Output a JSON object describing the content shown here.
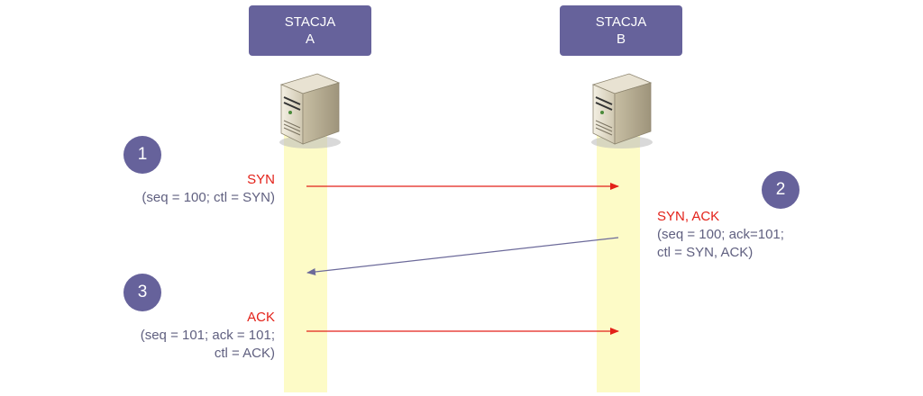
{
  "stations": [
    {
      "line1": "STACJA",
      "line2": "A"
    },
    {
      "line1": "STACJA",
      "line2": "B"
    }
  ],
  "steps": [
    "1",
    "2",
    "3"
  ],
  "messages": [
    {
      "title": "SYN",
      "detail": [
        "(seq = 100; ctl = SYN)"
      ]
    },
    {
      "title": "SYN, ACK",
      "detail": [
        "(seq = 100; ack=101;",
        "ctl = SYN, ACK)"
      ]
    },
    {
      "title": "ACK",
      "detail": [
        "(seq = 101; ack = 101;",
        "ctl = ACK)"
      ]
    }
  ],
  "icons": {
    "server": "server-tower-icon"
  },
  "colors": {
    "station_box": "#66629b",
    "lane": "#fdfbc7",
    "syn_arrow": "#e32119",
    "synack_arrow": "#6c6a9a",
    "message_title": "#e32119",
    "message_detail": "#606080"
  }
}
